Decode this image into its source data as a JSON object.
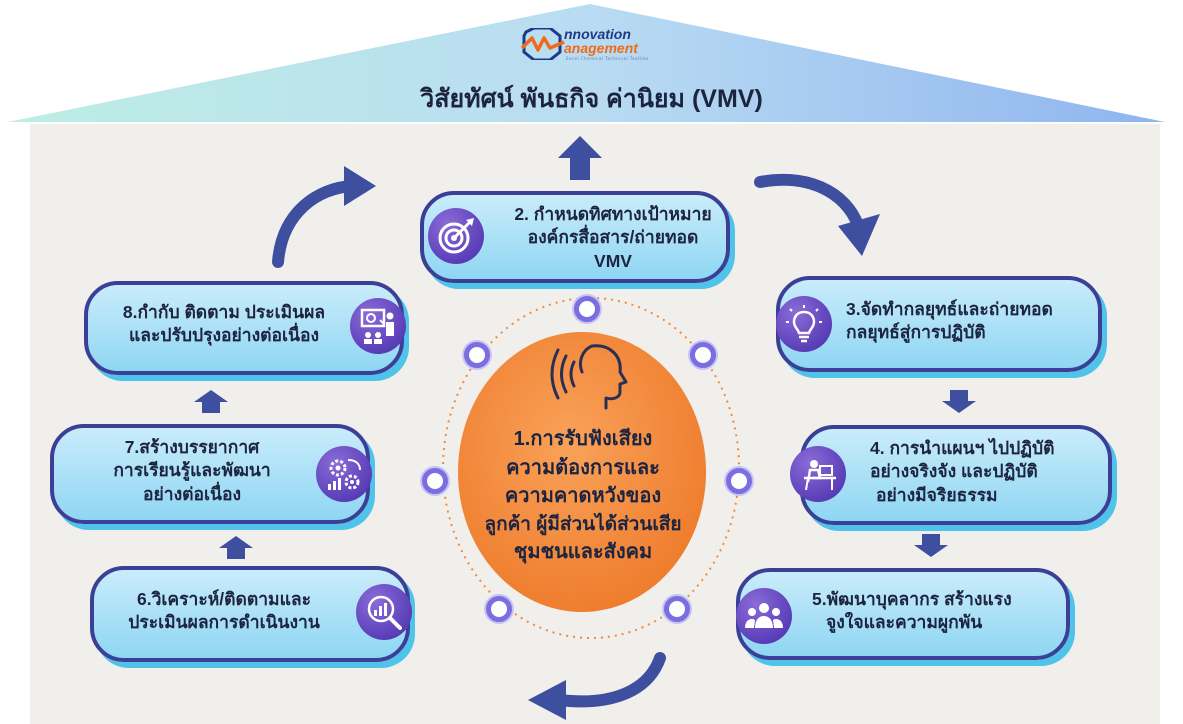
{
  "header": {
    "title": "วิสัยทัศน์ พันธกิจ ค่านิยม (VMV)",
    "logo": {
      "line1": "nnovation",
      "line2": "anagement",
      "tagline": "Excel Chemical Technical Textiles"
    }
  },
  "center": {
    "lines": [
      "1.การรับฟังเสียง",
      "ความต้องการและ",
      "ความคาดหวังของ",
      "ลูกค้า ผู้มีส่วนได้ส่วนเสีย",
      "ชุมชนและสังคม"
    ],
    "icon": "speaking-head-icon"
  },
  "steps": [
    {
      "id": "step-2",
      "lines": [
        "2. กำหนดทิศทางเป้าหมาย",
        "องค์กรสื่อสาร/ถ่ายทอด",
        "VMV"
      ],
      "icon": "target-icon"
    },
    {
      "id": "step-3",
      "lines": [
        "3.จัดทำกลยุทธ์และถ่ายทอด",
        "กลยุทธ์สู่การปฏิบัติ"
      ],
      "icon": "lightbulb-icon"
    },
    {
      "id": "step-4",
      "lines": [
        "4. การนำแผนฯ ไปปฏิบัติ",
        "อย่างจริงจัง และปฏิบัติ",
        "อย่างมีจริยธรรม"
      ],
      "icon": "desk-worker-icon"
    },
    {
      "id": "step-5",
      "lines": [
        "5.พัฒนาบุคลากร สร้างแรง",
        "จูงใจและความผูกพัน"
      ],
      "icon": "people-group-icon"
    },
    {
      "id": "step-6",
      "lines": [
        "6.วิเคราะห์/ติดตามและ",
        "ประเมินผลการดำเนินงาน"
      ],
      "icon": "analytics-magnifier-icon"
    },
    {
      "id": "step-7",
      "lines": [
        "7.สร้างบรรยากาศ",
        "การเรียนรู้และพัฒนา",
        "อย่างต่อเนื่อง"
      ],
      "icon": "gears-growth-icon"
    },
    {
      "id": "step-8",
      "lines": [
        "8.กำกับ ติดตาม ประเมินผล",
        "และปรับปรุงอย่างต่อเนื่อง"
      ],
      "icon": "presentation-board-icon"
    }
  ],
  "colors": {
    "pill_border": "#3c3f96",
    "pill_fill": "#a9e0f6",
    "accent_purple": "#5b3fb8",
    "center_orange": "#f58d42",
    "arrow_blue": "#3d4f9e",
    "background": "#f1efec"
  }
}
